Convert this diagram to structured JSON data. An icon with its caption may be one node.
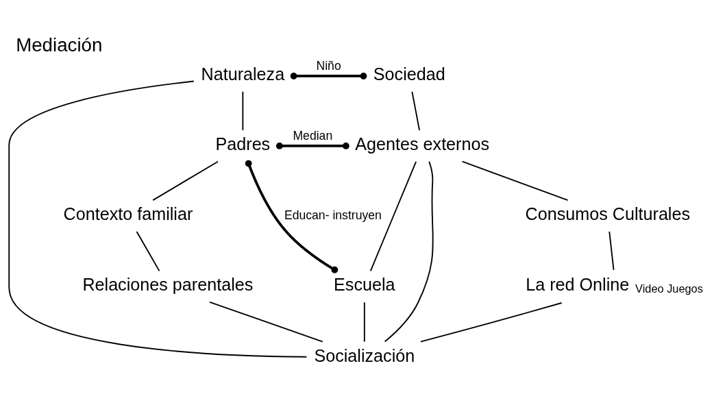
{
  "diagram": {
    "title": "Mediación",
    "nodes": [
      {
        "text": [
          "Naturaleza"
        ]
      },
      {
        "text": [
          "Sociedad"
        ]
      },
      {
        "text": [
          "Padres"
        ]
      },
      {
        "text": [
          "Agentes externos"
        ]
      },
      {
        "text": [
          "Contexto familiar"
        ]
      },
      {
        "text": [
          "Consumos Culturales"
        ]
      },
      {
        "text": [
          "Relaciones parentales"
        ]
      },
      {
        "text": [
          "Escuela"
        ]
      },
      {
        "text": [
          "La red Online"
        ],
        "beside": [
          "Video Juegos"
        ]
      },
      {
        "text": [
          "Socialización"
        ]
      }
    ],
    "edges": [
      {
        "from": 0,
        "to": 1,
        "arrow": "other",
        "label": "Niño",
        "style": "thick"
      },
      {
        "from": 0,
        "to": 2,
        "arrow": "none"
      },
      {
        "from": 0,
        "to": 9,
        "arrow": "none"
      },
      {
        "from": 1,
        "to": 3,
        "arrow": "none"
      },
      {
        "from": 2,
        "to": 3,
        "arrow": "other",
        "label": "Median",
        "style": "thick"
      },
      {
        "from": 2,
        "to": 4,
        "arrow": "none"
      },
      {
        "from": 2,
        "to": 7,
        "arrow": "other",
        "label": "Educan- instruyen",
        "style": "thick"
      },
      {
        "from": 3,
        "to": 7,
        "arrow": "none"
      },
      {
        "from": 3,
        "to": 9,
        "arrow": "none"
      },
      {
        "from": 3,
        "to": 5,
        "arrow": "none"
      },
      {
        "from": 4,
        "to": 6,
        "arrow": "none"
      },
      {
        "from": 5,
        "to": 8,
        "arrow": "none"
      },
      {
        "from": 6,
        "to": 9,
        "arrow": "none"
      },
      {
        "from": 7,
        "to": 9,
        "arrow": "none"
      },
      {
        "from": 8,
        "to": 9,
        "arrow": "none"
      }
    ]
  }
}
